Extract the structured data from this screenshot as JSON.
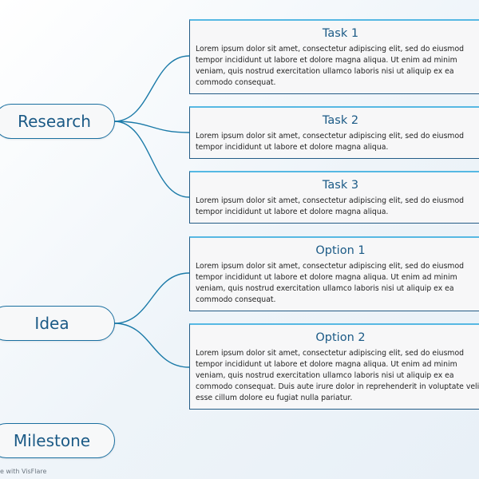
{
  "nodes": {
    "research": "Research",
    "idea": "Idea",
    "milestone": "Milestone"
  },
  "cards": {
    "task1": {
      "title": "Task 1",
      "lines": [
        "Lorem ipsum dolor sit amet, consectetur adipiscing elit, sed do eiusmod",
        "tempor incididunt ut labore et dolore magna aliqua. Ut enim ad minim",
        "veniam, quis nostrud exercitation ullamco laboris nisi ut aliquip ex ea",
        "commodo consequat."
      ]
    },
    "task2": {
      "title": "Task 2",
      "lines": [
        "Lorem ipsum dolor sit amet, consectetur adipiscing elit, sed do eiusmod",
        "tempor incididunt ut labore et dolore magna aliqua."
      ]
    },
    "task3": {
      "title": "Task 3",
      "lines": [
        "Lorem ipsum dolor sit amet, consectetur adipiscing elit, sed do eiusmod",
        "tempor incididunt ut labore et dolore magna aliqua."
      ]
    },
    "option1": {
      "title": "Option 1",
      "lines": [
        "Lorem ipsum dolor sit amet, consectetur adipiscing elit, sed do eiusmod",
        "tempor incididunt ut labore et dolore magna aliqua. Ut enim ad minim",
        "veniam, quis nostrud exercitation ullamco laboris nisi ut aliquip ex ea",
        "commodo consequat."
      ]
    },
    "option2": {
      "title": "Option 2",
      "lines": [
        "Lorem ipsum dolor sit amet, consectetur adipiscing elit, sed do eiusmod",
        "tempor incididunt ut labore et dolore magna aliqua. Ut enim ad minim",
        "veniam, quis nostrud exercitation ullamco laboris nisi ut aliquip ex ea",
        "commodo consequat. Duis aute irure dolor in reprehenderit in voluptate velit",
        "esse cillum dolore eu fugiat nulla pariatur."
      ]
    }
  },
  "watermark": "e with VisFlare",
  "colors": {
    "connector": "#1a7aa8",
    "node_border": "#1a6fa0",
    "card_top_accent": "#56b8e3",
    "text_accent": "#1b5a86"
  }
}
